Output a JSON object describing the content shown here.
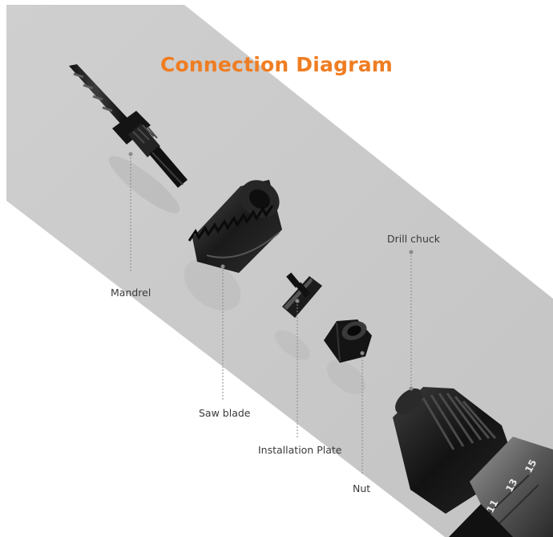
{
  "title": "Connection Diagram",
  "labels": {
    "mandrel": "Mandrel",
    "saw_blade": "Saw blade",
    "installation_plate": "Installation Plate",
    "nut": "Nut",
    "drill_chuck": "Drill chuck"
  },
  "dial_numbers": [
    "11",
    "13",
    "15"
  ],
  "colors": {
    "title": "#ef7d22",
    "band": "#c9c9c9",
    "parts": "#1e1e1e",
    "leader": "#8a8a8a"
  }
}
